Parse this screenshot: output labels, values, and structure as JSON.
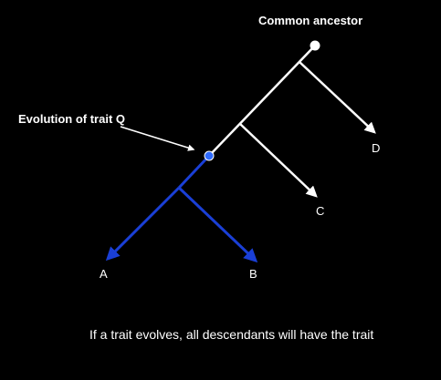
{
  "labels": {
    "ancestor": "Common ancestor",
    "evolution": "Evolution of trait Q",
    "caption": "If a trait evolves, all descendants will have the trait"
  },
  "leaves": {
    "a": "A",
    "b": "B",
    "c": "C",
    "d": "D"
  },
  "colors": {
    "background": "#000000",
    "ancestral_branch": "#ffffff",
    "trait_branch": "#1a3fd6",
    "trait_node": "#2f6bff"
  }
}
